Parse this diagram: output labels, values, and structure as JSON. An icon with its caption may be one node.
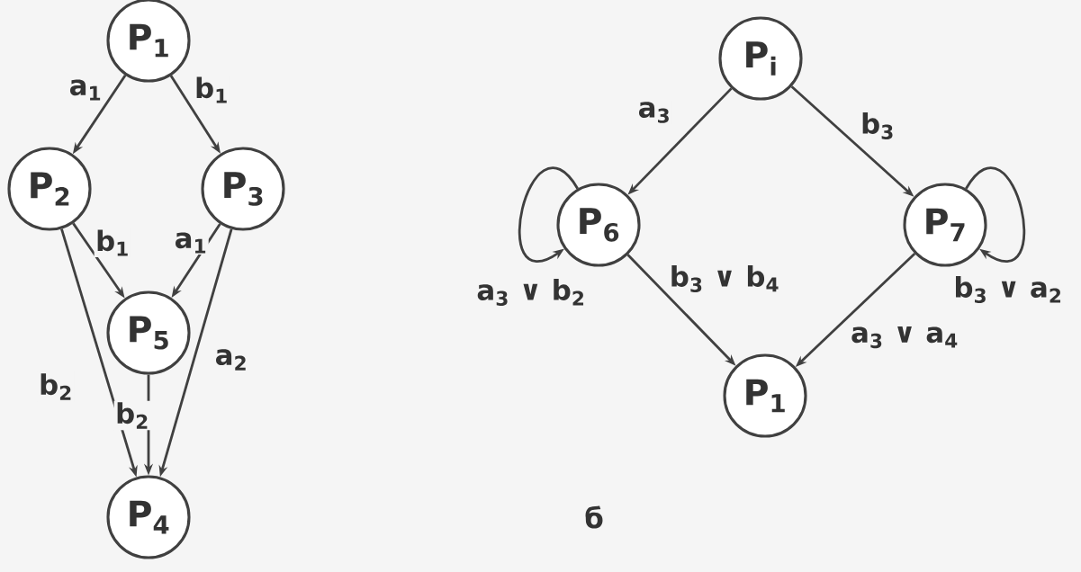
{
  "diagram": {
    "nodes": [
      {
        "text": [
          "P$_{1}$"
        ]
      },
      {
        "text": [
          "P$_{2}$"
        ]
      },
      {
        "text": [
          "P$_{3}$"
        ]
      },
      {
        "text": [
          "P$_{5}$"
        ]
      },
      {
        "text": [
          "P$_{4}$"
        ]
      },
      {
        "text": [
          "P$_{i}$"
        ]
      },
      {
        "text": [
          "P$_{6}$"
        ]
      },
      {
        "text": [
          "P$_{7}$"
        ]
      },
      {
        "text": [
          "P$_{1}$"
        ]
      }
    ],
    "edges": [
      {
        "from": 0,
        "to": 1,
        "arrow": "to",
        "label": "a$_{1}$"
      },
      {
        "from": 0,
        "to": 2,
        "arrow": "to",
        "label": "b$_{1}$"
      },
      {
        "from": 1,
        "to": 3,
        "arrow": "to",
        "label": "b$_{1}$"
      },
      {
        "from": 2,
        "to": 3,
        "arrow": "to",
        "label": "a$_{1}$"
      },
      {
        "from": 1,
        "to": 4,
        "arrow": "to",
        "label": "b$_{2}$"
      },
      {
        "from": 3,
        "to": 4,
        "arrow": "to",
        "label": "b$_{2}$"
      },
      {
        "from": 2,
        "to": 4,
        "arrow": "to",
        "label": "a$_{2}$"
      },
      {
        "from": 5,
        "to": 6,
        "arrow": "to",
        "label": "a$_{3}$"
      },
      {
        "from": 5,
        "to": 7,
        "arrow": "to",
        "label": "b$_{3}$"
      },
      {
        "from": 6,
        "to": 6,
        "arrow": "to",
        "label": "a$_{3}$ ∨ b$_{2}$"
      },
      {
        "from": 7,
        "to": 7,
        "arrow": "to",
        "label": "b$_{3}$ ∨ a$_{2}$"
      },
      {
        "from": 6,
        "to": 8,
        "arrow": "to",
        "label": "b$_{3}$ ∨ b$_{4}$"
      },
      {
        "from": 7,
        "to": 8,
        "arrow": "to",
        "label": "a$_{3}$ ∨ a$_{4}$"
      }
    ],
    "labels": [
      "б"
    ]
  }
}
